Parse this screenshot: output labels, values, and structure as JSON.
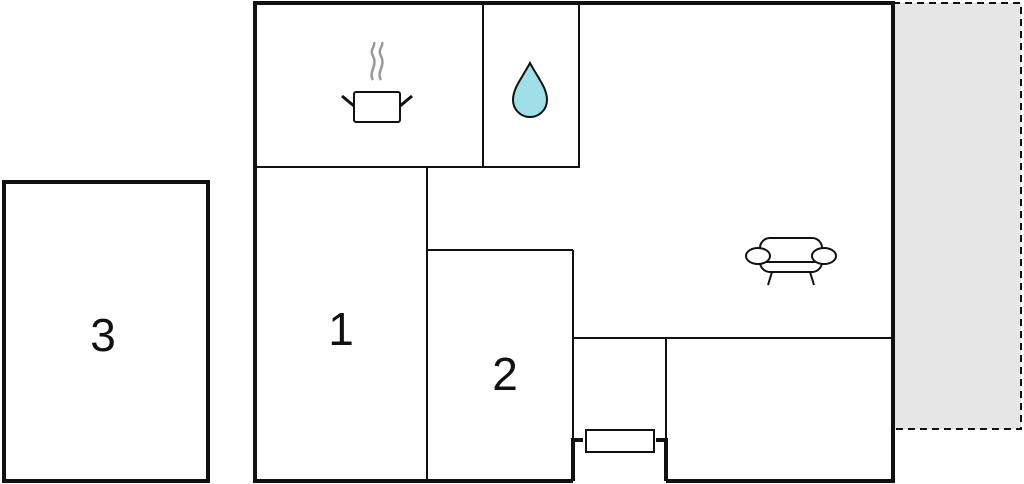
{
  "rooms": [
    {
      "id": "bedroom-1",
      "label": "1"
    },
    {
      "id": "bedroom-2",
      "label": "2"
    },
    {
      "id": "bedroom-3",
      "label": "3"
    }
  ],
  "icons": {
    "kitchen": "cooking-pot-icon",
    "bathroom": "water-drop-icon",
    "living": "sofa-icon",
    "entrance": "door-mat-icon"
  },
  "colors": {
    "wall": "#111111",
    "terrace": "#e6e6e6",
    "water": "#9fdfe8"
  }
}
